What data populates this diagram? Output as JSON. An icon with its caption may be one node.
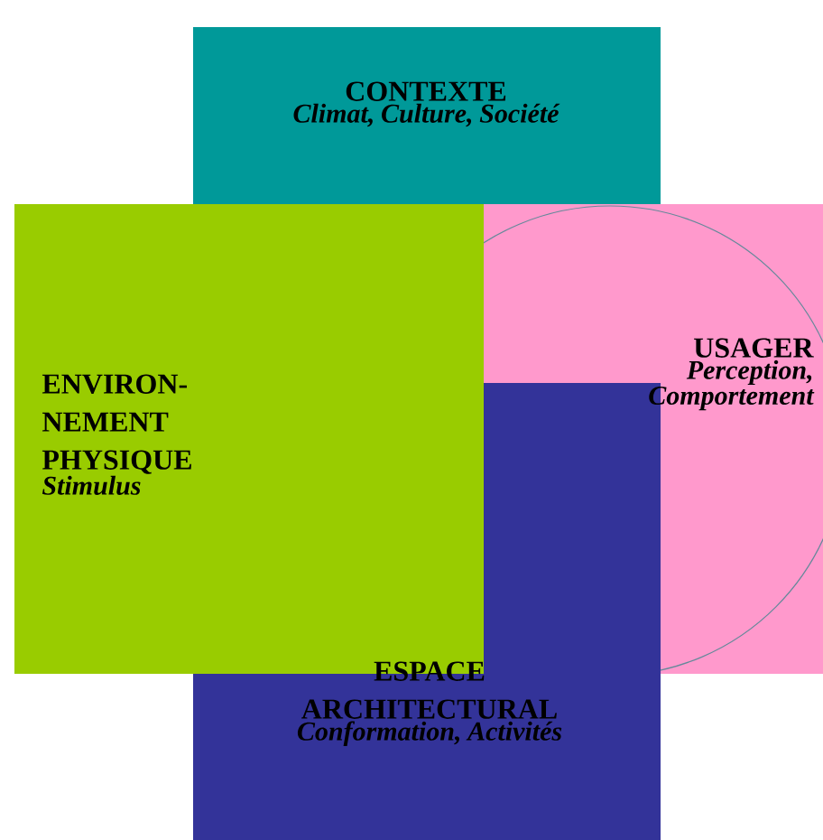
{
  "diagram": {
    "nodes": [
      {
        "text": [
          "CONTEXTE",
          "Climat, Culture, Société"
        ]
      },
      {
        "text": [
          "ENVIRON- NEMENT PHYSIQUE",
          "Stimulus"
        ]
      },
      {
        "text": [
          "USAGER",
          "Perception, Comportement"
        ]
      },
      {
        "text": [
          "ESPACE ARCHITECTURAL",
          "Conformation, Activités"
        ]
      }
    ]
  }
}
